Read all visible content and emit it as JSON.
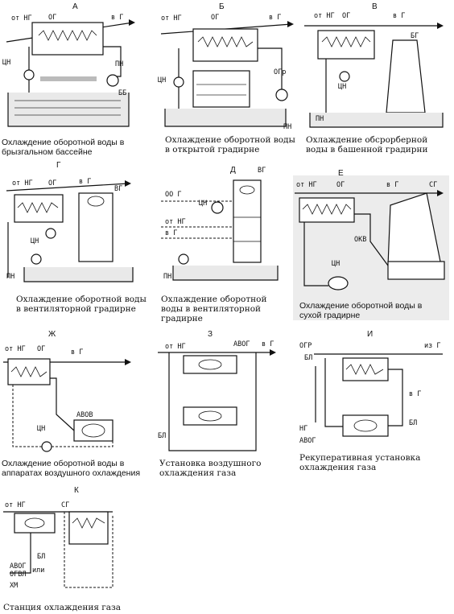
{
  "panels": [
    {
      "id": "a",
      "letter": "А",
      "caption": "Охлаждение оборотной воды в брызгальном бассейне",
      "labels": [
        "от НГ",
        "ОГ",
        "в Г",
        "ЦН",
        "ПН",
        "ББ"
      ]
    },
    {
      "id": "b",
      "letter": "Б",
      "caption": "Охлаждение оборотной воды в открытой градирне",
      "labels": [
        "от НГ",
        "ОГ",
        "в Г",
        "ЦН",
        "ОГр",
        "ПН"
      ]
    },
    {
      "id": "v",
      "letter": "В",
      "caption": "Охлаждение обсрорберной воды в башенной градирни",
      "labels": [
        "от НГ",
        "ОГ",
        "в Г",
        "БГ",
        "ЦН",
        "ПН"
      ]
    },
    {
      "id": "g",
      "letter": "Г",
      "caption": "Охлаждение оборотной воды в вентиляторной градирне",
      "labels": [
        "от НГ",
        "ОГ",
        "в Г",
        "ВГ",
        "ЦН",
        "ПН"
      ]
    },
    {
      "id": "d",
      "letter": "Д",
      "caption": "Охлаждение оборотной воды в вентиляторной градирне",
      "labels": [
        "ОО Г",
        "ВГ",
        "от НГ",
        "в Г",
        "ЦН",
        "ПН"
      ]
    },
    {
      "id": "e",
      "letter": "Е",
      "caption": "Охлаждение оборотной воды в сухой градирне",
      "labels": [
        "от НГ",
        "ОГ",
        "в Г",
        "СГ",
        "ОКВ",
        "ЦН"
      ]
    },
    {
      "id": "zh",
      "letter": "Ж",
      "caption": "Охлаждение оборотной воды в аппаратах воздушного охлаждения",
      "labels": [
        "от НГ",
        "ОГ",
        "в Г",
        "АВОВ",
        "ЦН"
      ]
    },
    {
      "id": "z",
      "letter": "З",
      "caption": "Установка воздушного охлаждения газа",
      "labels": [
        "от НГ",
        "АВОГ",
        "в Г",
        "БЛ"
      ]
    },
    {
      "id": "i",
      "letter": "И",
      "caption": "Рекуперативная установка охлаждения газа",
      "labels": [
        "ОГР",
        "БЛ",
        "из Г",
        "в Г",
        "НГ",
        "АВОГ",
        "БЛ"
      ]
    },
    {
      "id": "k",
      "letter": "К",
      "caption": "Станция охлаждения газа",
      "labels": [
        "от НГ",
        "СГ",
        "БЛ",
        "АВОГ",
        "ОГВЛ",
        "или",
        "ХМ"
      ]
    }
  ]
}
